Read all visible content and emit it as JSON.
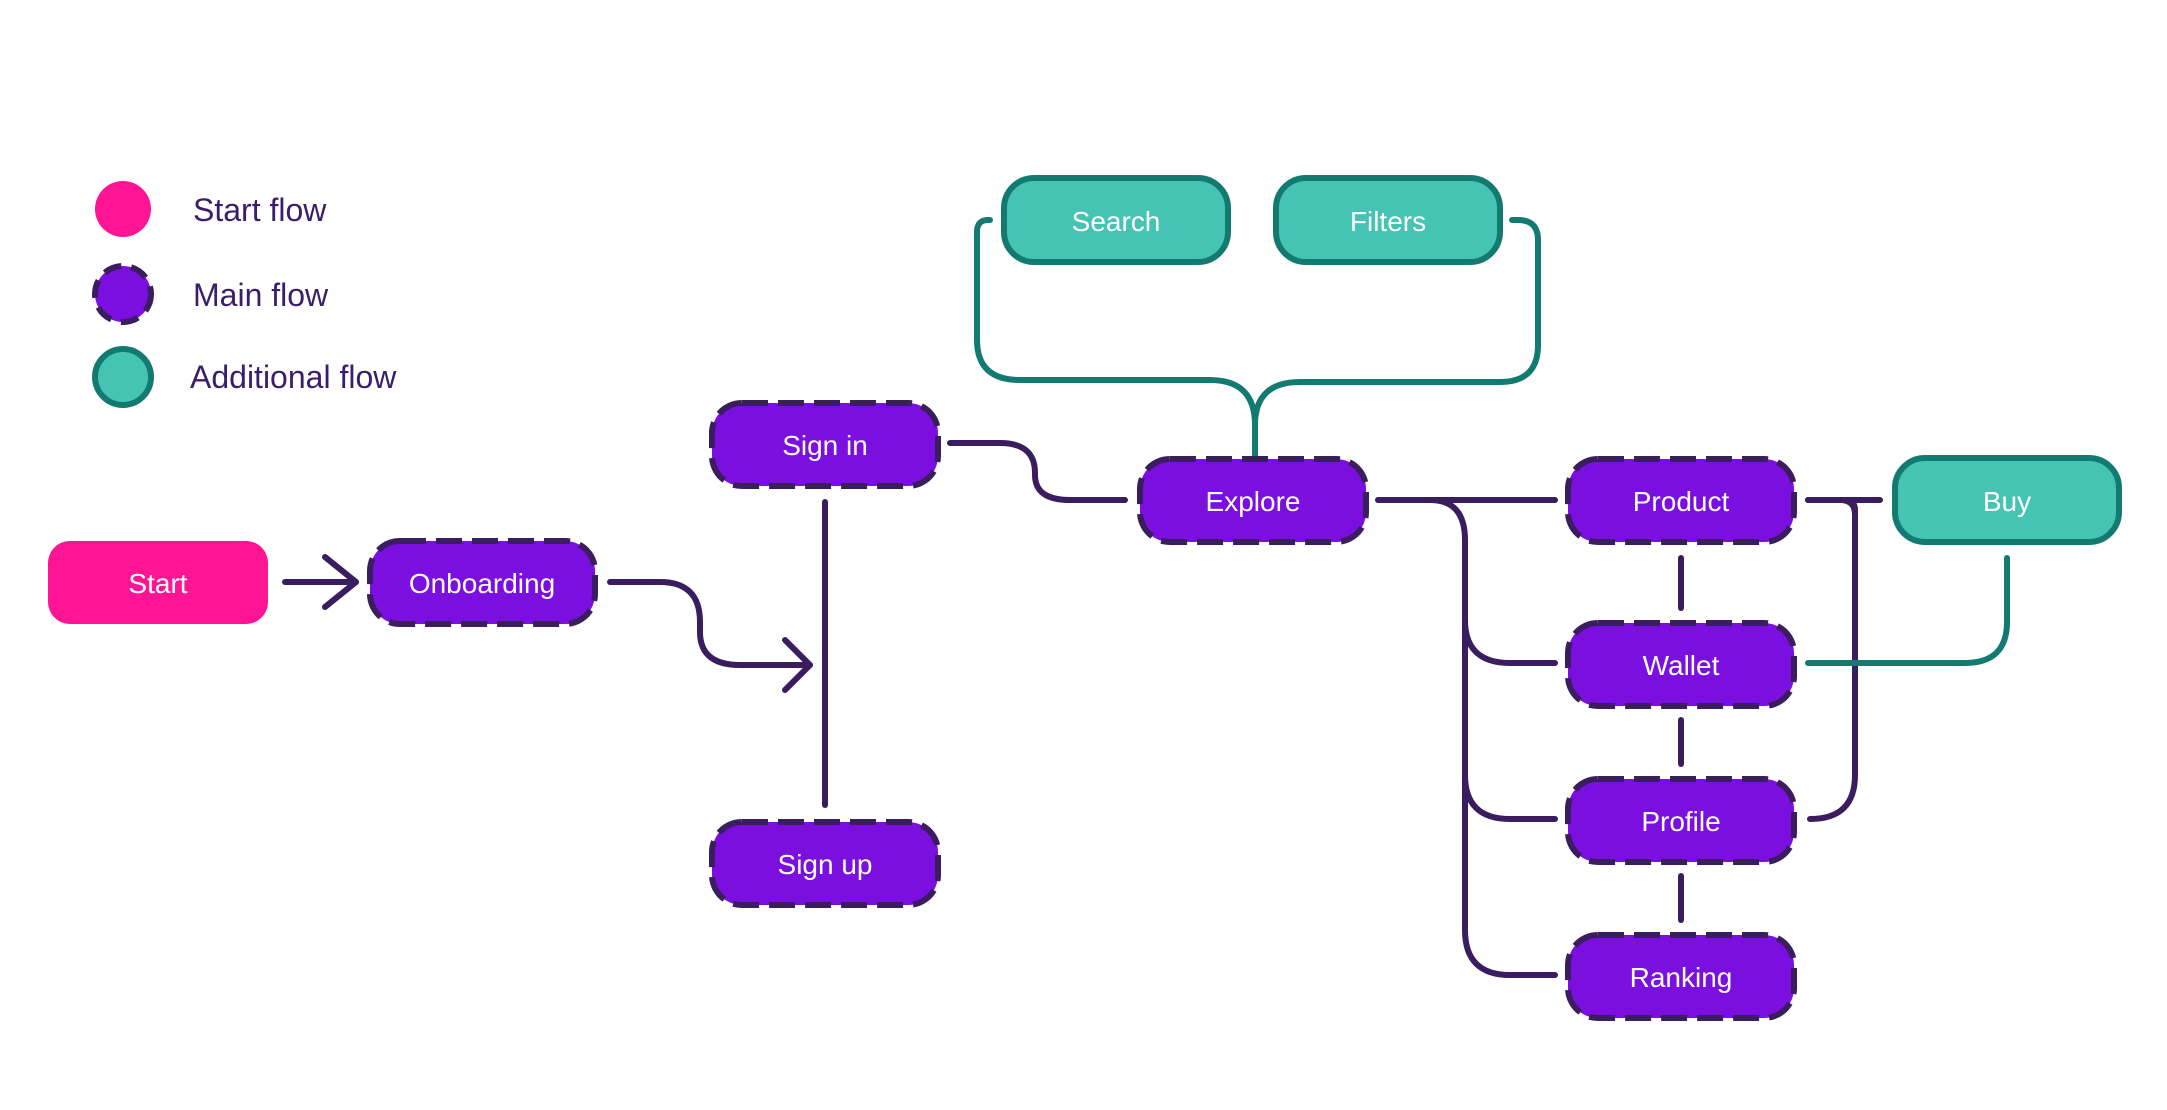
{
  "colors": {
    "start_fill": "#ff1493",
    "main_fill": "#7b0fe0",
    "main_border": "#3a1d5e",
    "additional_fill": "#45c4b4",
    "additional_border": "#127a70",
    "main_line": "#3a1d5e",
    "additional_line": "#127a70",
    "text_dark": "#3a1d6b"
  },
  "legend": {
    "start": "Start flow",
    "main": "Main flow",
    "additional": "Additional flow"
  },
  "nodes": {
    "start": "Start",
    "onboarding": "Onboarding",
    "sign_in": "Sign in",
    "sign_up": "Sign up",
    "explore": "Explore",
    "search": "Search",
    "filters": "Filters",
    "product": "Product",
    "wallet": "Wallet",
    "profile": "Profile",
    "ranking": "Ranking",
    "buy": "Buy"
  }
}
